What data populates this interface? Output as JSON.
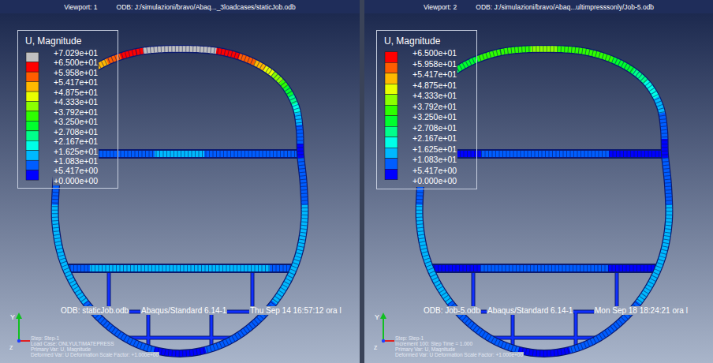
{
  "diagram": {
    "nodes": [
      {
        "text": [
          "Viewport: 1",
          "ODB: J:/simulazioni/bravo/Abaq..._3loadcases/staticJob.odb"
        ]
      },
      {
        "text": [
          "U, Magnitude",
          "+7.029e+01",
          "+6.500e+01",
          "+5.958e+01",
          "+5.417e+01",
          "+4.875e+01",
          "+4.333e+01",
          "+3.792e+01",
          "+3.250e+01",
          "+2.708e+01",
          "+2.167e+01",
          "+1.625e+01",
          "+1.083e+01",
          "+5.417e+00",
          "+0.000e+00"
        ],
        "in": 0
      },
      {
        "text": [
          "Viewport: 2",
          "ODB: J:/simulazioni/bravo/Abaq...ultimpresssonly/Job-5.odb"
        ]
      },
      {
        "text": [
          "U, Magnitude",
          "+6.500e+01",
          "+5.958e+01",
          "+5.417e+01",
          "+4.875e+01",
          "+4.333e+01",
          "+3.792e+01",
          "+3.250e+01",
          "+2.708e+01",
          "+2.167e+01",
          "+1.625e+01",
          "+1.083e+01",
          "+5.417e+00",
          "+0.000e+00"
        ],
        "in": 2
      }
    ],
    "labels": [
      "ODB: staticJob.odb",
      "Abaqus/Standard 6.14-1",
      "Thu Sep 14 16:57:12 ora l",
      "Step: Step-1",
      "Load Case: ONLYULTIMATEPRESS",
      "Primary Var: U, Magnitude",
      "Deformed Var: U Deformation Scale Factor: +1.000e+00",
      "Y",
      "Z",
      "ODB: Job-5.odb",
      "Abaqus/Standard 6.14-1",
      "Mon Sep 18 18:24:21 ora l",
      "Step: Step-1",
      "Increment 100: Step Time = 1.000",
      "Primary Var: U, Magnitude",
      "Deformed Var: U Deformation Scale Factor: +1.000e+00",
      "Y",
      "Z"
    ]
  }
}
